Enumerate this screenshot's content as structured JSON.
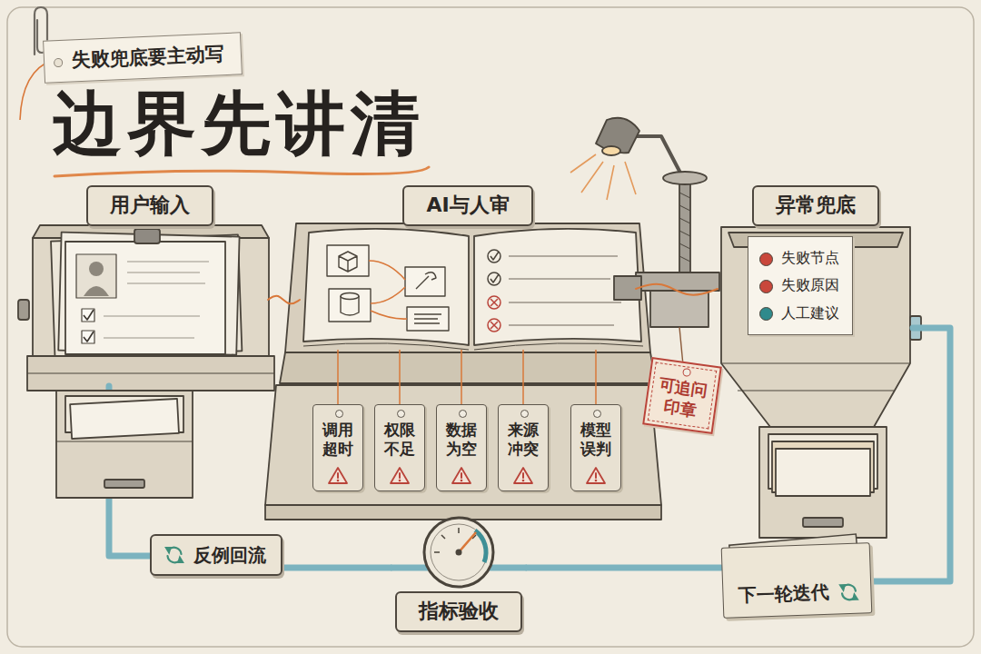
{
  "diagram": {
    "title": "边界先讲清",
    "nodes": [
      {
        "text": [
          "失败兜底要主动写"
        ]
      },
      {
        "text": [
          "用户输入"
        ]
      },
      {
        "text": [
          "AI与人审"
        ]
      },
      {
        "text": [
          "异常兜底"
        ]
      },
      {
        "text": [
          "失败节点",
          "失败原因",
          "人工建议"
        ],
        "in": 3
      },
      {
        "text": [
          "调用超时"
        ]
      },
      {
        "text": [
          "权限不足"
        ]
      },
      {
        "text": [
          "数据为空"
        ]
      },
      {
        "text": [
          "来源冲突"
        ]
      },
      {
        "text": [
          "模型误判"
        ]
      },
      {
        "text": [
          "可追问印章"
        ]
      },
      {
        "text": [
          "反例回流"
        ]
      },
      {
        "text": [
          "指标验收"
        ]
      },
      {
        "text": [
          "下一轮迭代"
        ]
      }
    ],
    "edges": [
      {
        "from": 1,
        "to": 2,
        "arrow": "none"
      },
      {
        "from": 2,
        "to": 3,
        "arrow": "none"
      },
      {
        "from": 2,
        "to": 5,
        "arrow": "none"
      },
      {
        "from": 2,
        "to": 6,
        "arrow": "none"
      },
      {
        "from": 2,
        "to": 7,
        "arrow": "none"
      },
      {
        "from": 2,
        "to": 8,
        "arrow": "none"
      },
      {
        "from": 2,
        "to": 9,
        "arrow": "none"
      },
      {
        "from": 3,
        "to": 13,
        "arrow": "none"
      },
      {
        "from": 13,
        "to": 12,
        "arrow": "none"
      },
      {
        "from": 12,
        "to": 11,
        "arrow": "none"
      },
      {
        "from": 11,
        "to": 1,
        "arrow": "none"
      }
    ]
  }
}
